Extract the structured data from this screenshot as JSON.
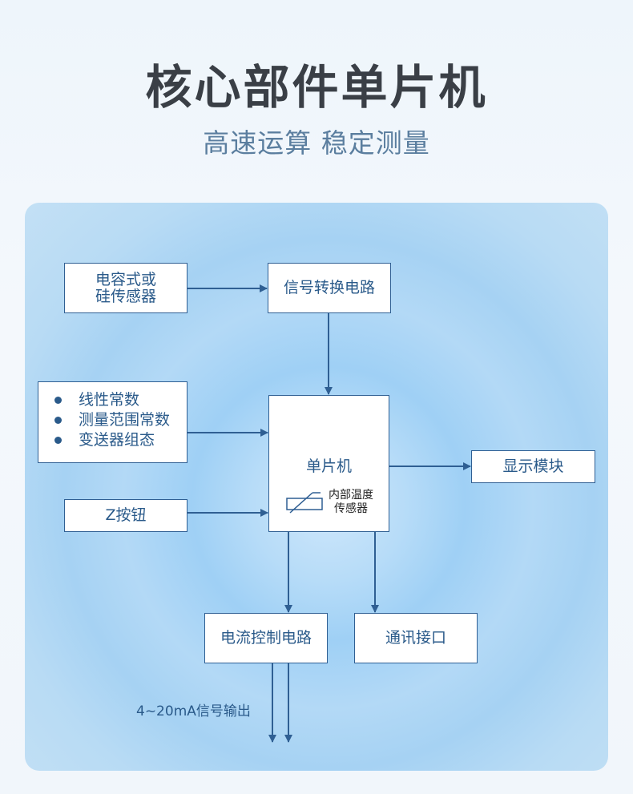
{
  "header": {
    "title": "核心部件单片机",
    "subtitle": "高速运算 稳定测量"
  },
  "diagram": {
    "sensor_box": {
      "line1": "电容式或",
      "line2": "硅传感器"
    },
    "signal_conversion": "信号转换电路",
    "parameters": [
      "线性常数",
      "测量范围常数",
      "变送器组态"
    ],
    "z_button": "Z按钮",
    "mcu": {
      "label": "单片机",
      "internal_sensor_line1": "内部温度",
      "internal_sensor_line2": "传感器"
    },
    "display_module": "显示模块",
    "current_control": "电流控制电路",
    "comm_interface": "通讯接口",
    "output_signal": "4~20mA信号输出"
  },
  "colors": {
    "line": "#2f5f93",
    "text": "#2a5a8a",
    "title": "#3a3f46",
    "subtitle": "#5b7e9f"
  }
}
